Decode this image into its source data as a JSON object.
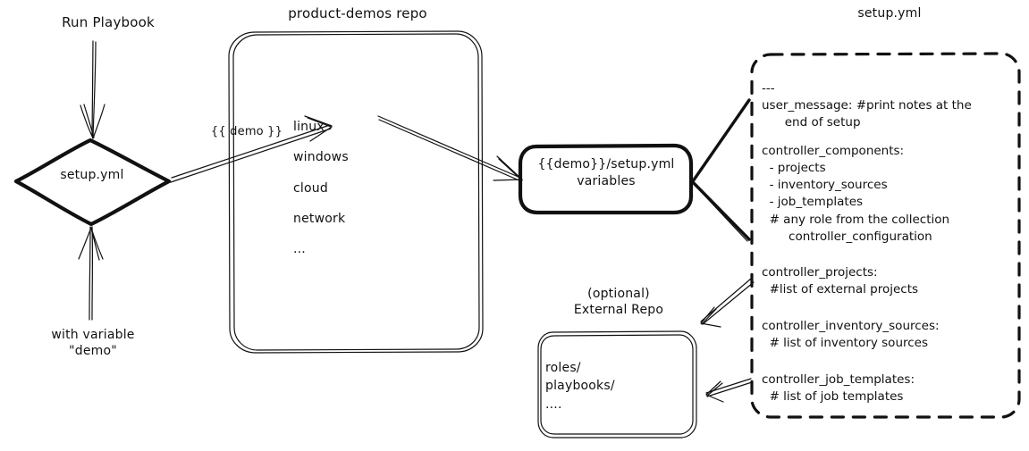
{
  "diagram": {
    "title": "product-demos setup.yml flow",
    "stroke_color": "#111111",
    "background_color": "#ffffff"
  },
  "entry": {
    "run_label": "Run Playbook",
    "diamond_label": "setup.yml",
    "with_variable_label": "with variable\n\"demo\""
  },
  "repo": {
    "title": "product-demos repo",
    "items": "linux\nwindows\ncloud\nnetwork\n..."
  },
  "edges": {
    "demo_var_label": "{{ demo }}"
  },
  "variables_box": {
    "label": "{{demo}}/setup.yml\nvariables"
  },
  "external_repo": {
    "title": "(optional)\nExternal Repo",
    "items": "roles/\nplaybooks/\n...."
  },
  "setup_yml_panel": {
    "title": "setup.yml",
    "blocks": {
      "block_1": "---\nuser_message: #print notes at the\n      end of setup",
      "block_2": "controller_components:\n  - projects\n  - inventory_sources\n  - job_templates\n  # any role from the collection\n       controller_configuration",
      "block_3": "controller_projects:\n  #list of external projects",
      "block_4": "controller_inventory_sources:\n  # list of inventory sources",
      "block_5": "controller_job_templates:\n  # list of job templates"
    }
  }
}
